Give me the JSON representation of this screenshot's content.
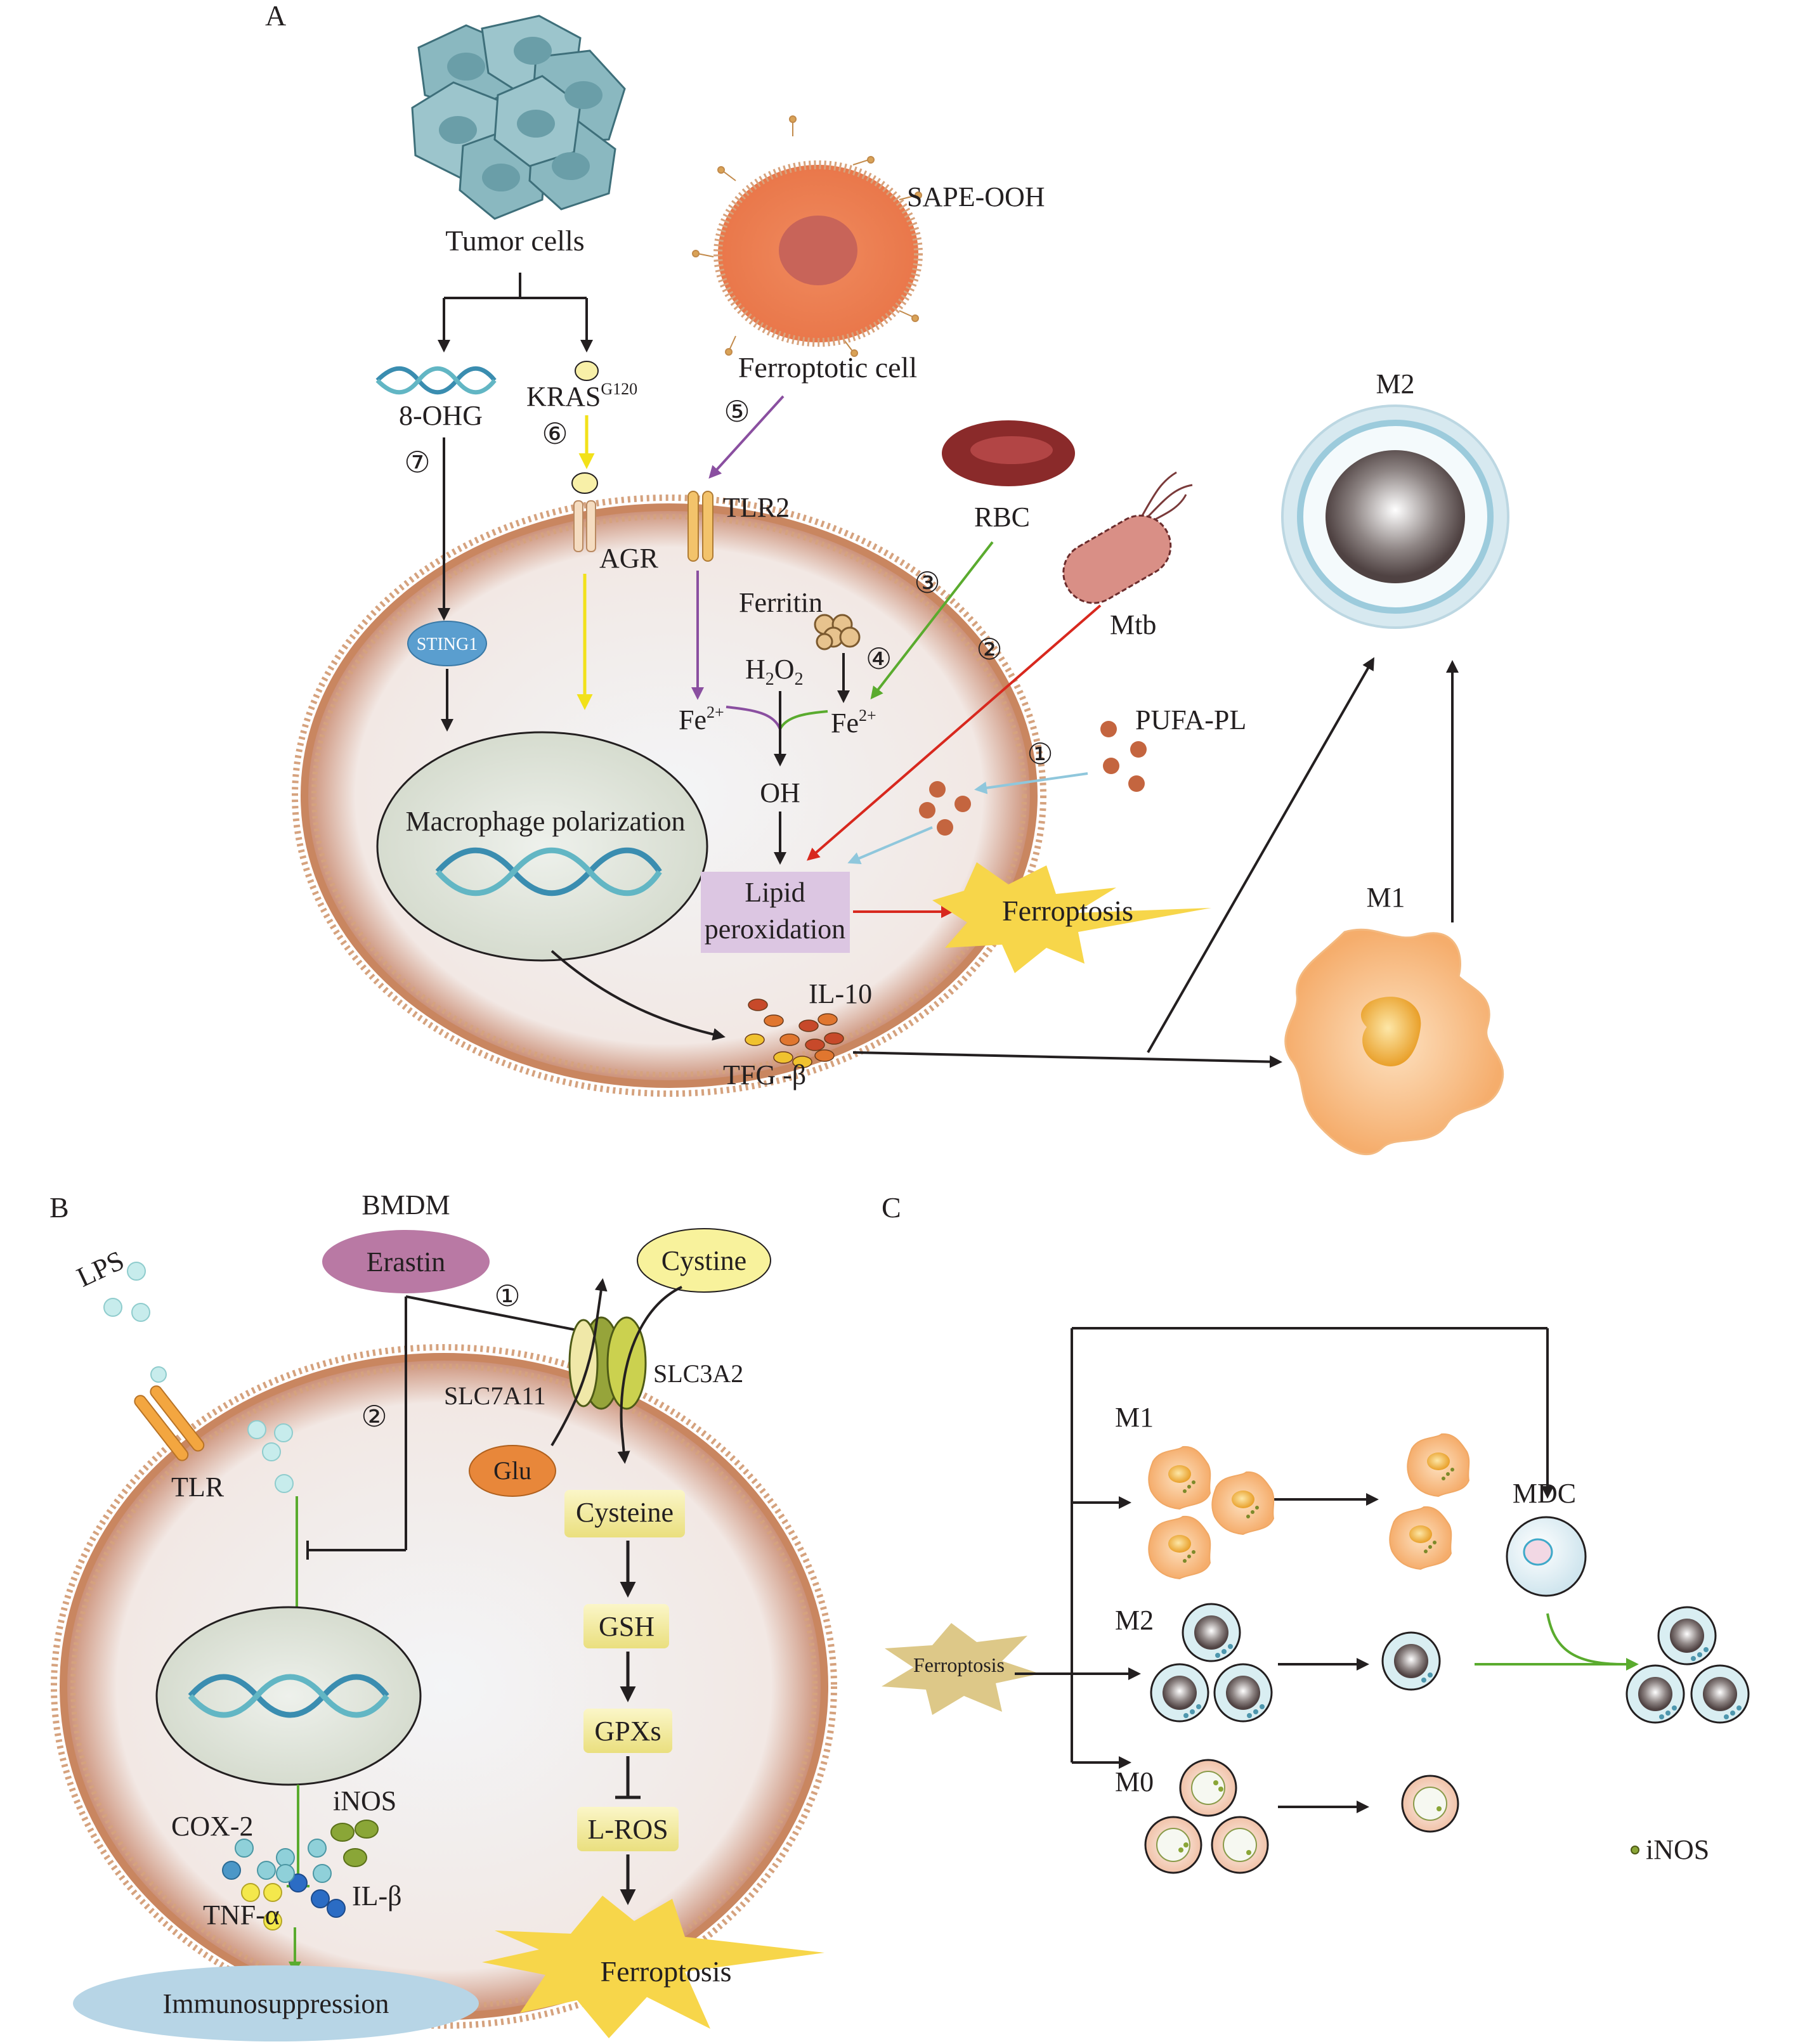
{
  "panels": {
    "a": "A",
    "b": "B",
    "c": "C"
  },
  "panel_a": {
    "tumor_cells": "Tumor cells",
    "ferroptotic_cell": "Ferroptotic cell",
    "sape_ooh": "SAPE-OOH",
    "ohg": "8-OHG",
    "kras": "KRAS",
    "kras_sup": "G120",
    "tlr2": "TLR2",
    "agr": "AGR",
    "rbc": "RBC",
    "mtb": "Mtb",
    "ferritin": "Ferritin",
    "h2o2_h": "H",
    "h2o2_2": "2",
    "h2o2_o": "O",
    "fe": "Fe",
    "fe_sup": "2+",
    "oh": "OH",
    "pufa_pl": "PUFA-PL",
    "sting1": "STING1",
    "macrophage_polarization": "Macrophage polarization",
    "lipid_line1": "Lipid",
    "lipid_line2": "peroxidation",
    "ferroptosis": "Ferroptosis",
    "il10": "IL-10",
    "tgfb": "TFG -β",
    "m1": "M1",
    "m2": "M2",
    "steps": {
      "s1": "①",
      "s2": "②",
      "s3": "③",
      "s4": "④",
      "s5": "⑤",
      "s6": "⑥",
      "s7": "⑦"
    }
  },
  "panel_b": {
    "bmdm": "BMDM",
    "erastin": "Erastin",
    "cystine": "Cystine",
    "lps": "LPS",
    "slc7a11": "SLC7A11",
    "slc3a2": "SLC3A2",
    "tlr": "TLR",
    "glu": "Glu",
    "cysteine": "Cysteine",
    "gsh": "GSH",
    "gpxs": "GPXs",
    "lros": "L-ROS",
    "cox2": "COX-2",
    "inos": "iNOS",
    "tnfa": "TNF-α",
    "il_b": "IL-β",
    "immunosuppression": "Immunosuppression",
    "ferroptosis": "Ferroptosis",
    "step1": "①",
    "step2": "②"
  },
  "panel_c": {
    "ferroptosis": "Ferroptosis",
    "m1": "M1",
    "m2": "M2",
    "m0": "M0",
    "mdc": "MDC",
    "inos_legend": "iNOS"
  },
  "colors": {
    "membrane": "#c8866a",
    "cell_fill": "#f0f3f5",
    "arrow_black": "#231f20",
    "arrow_yellow": "#f2e11a",
    "arrow_purple": "#8a4fa0",
    "arrow_green": "#5aab2e",
    "arrow_red": "#d8281e",
    "arrow_blue": "#8fc7dc",
    "burst": "#f7d64a",
    "lipid_box": "#dcc6e2",
    "m1_cell": "#f7b97a",
    "teal": "#4d96ad"
  }
}
